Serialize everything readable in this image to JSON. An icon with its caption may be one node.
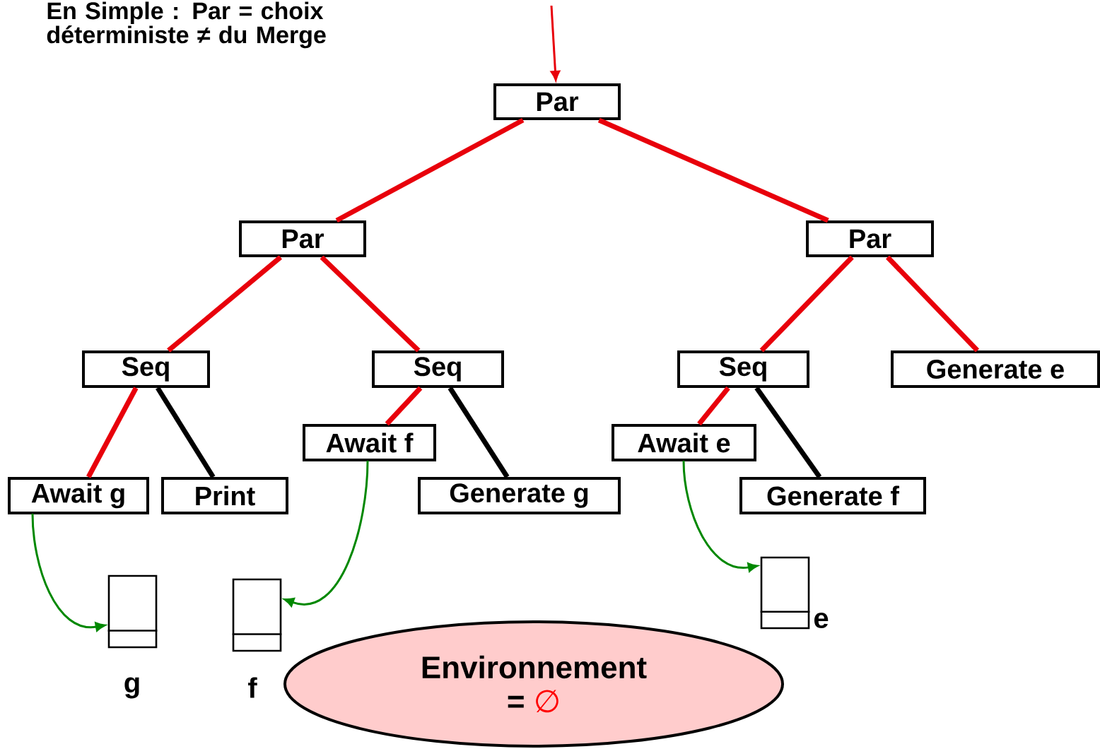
{
  "diagram": {
    "title": "En Simple : Par = choix déterministe ≠ du Merge",
    "nodes": [
      {
        "text": [
          "Par"
        ]
      },
      {
        "text": [
          "Par"
        ]
      },
      {
        "text": [
          "Par"
        ]
      },
      {
        "text": [
          "Seq"
        ]
      },
      {
        "text": [
          "Seq"
        ]
      },
      {
        "text": [
          "Seq"
        ]
      },
      {
        "text": [
          "Generate  e"
        ]
      },
      {
        "text": [
          "Await g"
        ]
      },
      {
        "text": [
          "Print"
        ]
      },
      {
        "text": [
          "Await f"
        ]
      },
      {
        "text": [
          "Generate  g"
        ]
      },
      {
        "text": [
          "Await e"
        ]
      },
      {
        "text": [
          "Generate  f"
        ]
      },
      {
        "text": [],
        "shape": "box",
        "beside": [
          "g"
        ]
      },
      {
        "text": [],
        "shape": "box",
        "beside": [
          "f"
        ]
      },
      {
        "text": [],
        "shape": "box",
        "beside": [
          "e"
        ]
      },
      {
        "text": [
          "Environnement",
          "=",
          "∅"
        ]
      }
    ],
    "edges": [
      {
        "from": null,
        "to": 0,
        "arrow": "to"
      },
      {
        "from": 0,
        "to": 1,
        "arrow": "none"
      },
      {
        "from": 0,
        "to": 2,
        "arrow": "none"
      },
      {
        "from": 1,
        "to": 3,
        "arrow": "none"
      },
      {
        "from": 1,
        "to": 4,
        "arrow": "none"
      },
      {
        "from": 2,
        "to": 5,
        "arrow": "none"
      },
      {
        "from": 2,
        "to": 6,
        "arrow": "none"
      },
      {
        "from": 3,
        "to": 7,
        "arrow": "none"
      },
      {
        "from": 3,
        "to": 8,
        "arrow": "none",
        "color": "#000000"
      },
      {
        "from": 4,
        "to": 9,
        "arrow": "none"
      },
      {
        "from": 4,
        "to": 10,
        "arrow": "none",
        "color": "#000000"
      },
      {
        "from": 5,
        "to": 11,
        "arrow": "none"
      },
      {
        "from": 5,
        "to": 12,
        "arrow": "none",
        "color": "#000000"
      },
      {
        "from": 7,
        "to": 13,
        "arrow": "to",
        "color": "#008800"
      },
      {
        "from": 9,
        "to": 14,
        "arrow": "to",
        "color": "#008800"
      },
      {
        "from": 11,
        "to": 15,
        "arrow": "to",
        "color": "#008800"
      }
    ]
  }
}
